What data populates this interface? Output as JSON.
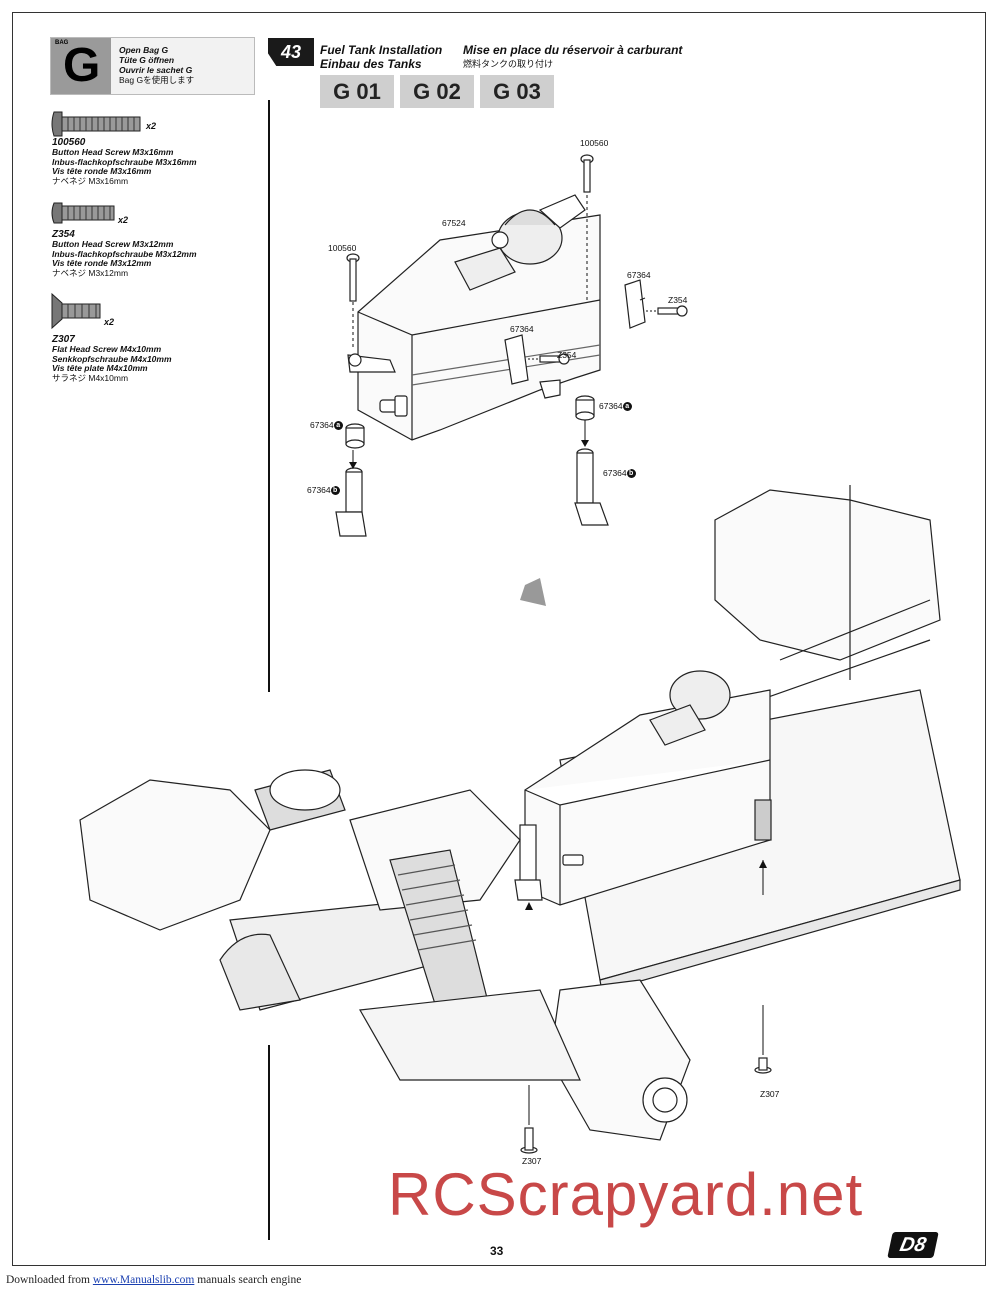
{
  "bag": {
    "tag": "BAG",
    "letter": "G",
    "lines": [
      "Open Bag G",
      "Tüte G öffnen",
      "Ouvrir le sachet G",
      "Bag Gを使用します"
    ]
  },
  "parts": [
    {
      "code": "100560",
      "qty": "x2",
      "en": "Button Head Screw M3x16mm",
      "de": "Inbus-flachkopfschraube M3x16mm",
      "fr": "Vis tête ronde M3x16mm",
      "jp": "ナベネジ M3x16mm"
    },
    {
      "code": "Z354",
      "qty": "x2",
      "en": "Button Head Screw M3x12mm",
      "de": "Inbus-flachkopfschraube M3x12mm",
      "fr": "Vis tête ronde M3x12mm",
      "jp": "ナベネジ M3x12mm"
    },
    {
      "code": "Z307",
      "qty": "x2",
      "en": "Flat Head Screw M4x10mm",
      "de": "Senkkopfschraube M4x10mm",
      "fr": "Vis tête plate M4x10mm",
      "jp": "サラネジ M4x10mm"
    }
  ],
  "step": {
    "number": "43",
    "title_en": "Fuel Tank Installation",
    "title_de": "Einbau des Tanks",
    "title_fr": "Mise en place du réservoir à carburant",
    "title_jp": "燃料タンクの取り付け",
    "tabs": [
      "G 01",
      "G 02",
      "G 03"
    ]
  },
  "callouts": {
    "c100560_top": "100560",
    "c67524": "67524",
    "c100560_left": "100560",
    "c67364_right": "67364",
    "cZ354_right": "Z354",
    "c67364_mid": "67364",
    "cZ354_mid": "Z354",
    "c67364a_left": "67364",
    "c67364b_left": "67364",
    "c67364a_right": "67364",
    "c67364b_right": "67364",
    "badge_a": "a",
    "badge_b": "b",
    "cZ307_right": "Z307",
    "cZ307_bottom": "Z307"
  },
  "watermark": "RCScrapyard.net",
  "page_number": "33",
  "logo": "D8",
  "footer": {
    "prefix": "Downloaded from",
    "link": "www.Manualslib.com",
    "suffix": "manuals search engine"
  }
}
